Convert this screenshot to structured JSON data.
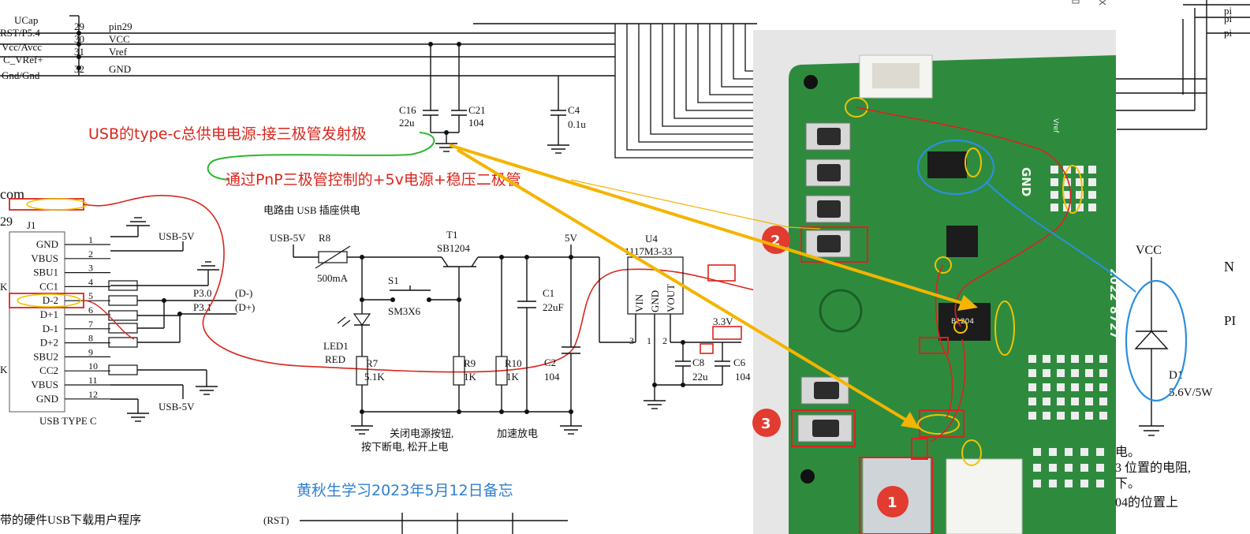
{
  "header_nets": {
    "pins": [
      {
        "left": "UCap",
        "num": "29",
        "net": "pin29"
      },
      {
        "left": "RST/P5.4",
        "num": "30",
        "net": "VCC"
      },
      {
        "left": "Vcc/Avcc",
        "num": "31",
        "net": "Vref"
      },
      {
        "left": "C_VRef+",
        "num": "32",
        "net": "GND"
      },
      {
        "left": "Gnd/Gnd",
        "num": "",
        "net": ""
      }
    ]
  },
  "top_caps": {
    "c16": "C16",
    "c16_val": "22u",
    "c21": "C21",
    "c21_val": "104",
    "c4": "C4",
    "c4_val": "0.1u"
  },
  "annotations": {
    "note1": "USB的type-c总供电电源-接三极管发射极",
    "note2": "通过PnP三极管控制的+5v电源+稳压二极管",
    "footer": "黄秋生学习2023年5月12日备忘",
    "com_text": "com",
    "left_29": "29"
  },
  "usb": {
    "ref": "J1",
    "name": "USB TYPE C",
    "pins": [
      {
        "label": "GND",
        "num": "1"
      },
      {
        "label": "VBUS",
        "num": "2"
      },
      {
        "label": "SBU1",
        "num": "3"
      },
      {
        "label": "CC1",
        "num": "4"
      },
      {
        "label": "D-2",
        "num": "5"
      },
      {
        "label": "D+1",
        "num": "6"
      },
      {
        "label": "D-1",
        "num": "7"
      },
      {
        "label": "D+2",
        "num": "8"
      },
      {
        "label": "SBU2",
        "num": "9"
      },
      {
        "label": "CC2",
        "num": "10"
      },
      {
        "label": "VBUS",
        "num": "11"
      },
      {
        "label": "GND",
        "num": "12"
      }
    ],
    "usb5v_top": "USB-5V",
    "usb5v_bottom": "USB-5V",
    "p30": "P3.0",
    "p31": "P3.1",
    "dminus": "(D-)",
    "dplus": "(D+)",
    "k1": "K",
    "k2": "K"
  },
  "power": {
    "title": "电路由 USB 插座供电",
    "usb5v": "USB-5V",
    "r8": "R8",
    "r8_val": "500mA",
    "t1": "T1",
    "t1_val": "SB1204",
    "s1": "S1",
    "s1_val": "SM3X6",
    "led1": "LED1",
    "led1_val": "RED",
    "r7": "R7",
    "r7_val": "5.1K",
    "r9": "R9",
    "r9_val": "1K",
    "r10": "R10",
    "r10_val": "1K",
    "c1": "C1",
    "c1_val": "22uF",
    "c2": "C2",
    "c2_val": "104",
    "v5": "5V",
    "u4": "U4",
    "u4_val": "1117M3-33",
    "vin": "VIN",
    "gnd": "GND",
    "vout": "VOUT",
    "pin3": "3",
    "pin1": "1",
    "pin2": "2",
    "v33": "3.3V",
    "c8": "C8",
    "c8_val": "22u",
    "c6": "C6",
    "c6_val": "104",
    "btn_note1": "关闭电源按钮,",
    "btn_note2": "按下断电, 松开上电",
    "discharge": "加速放电"
  },
  "right_side": {
    "vcc": "VCC",
    "d1": "D1",
    "d1_val": "5.6V/5W",
    "n": "N",
    "p": "PI",
    "pins": [
      "pi",
      "pi",
      "pi"
    ],
    "text_lines": [
      "电。",
      "3 位置的电阻,",
      "下。",
      "04的位置上"
    ]
  },
  "pcb": {
    "year": "2022",
    "code": "8727",
    "gnd": "GND",
    "vref": "Vref",
    "badges": [
      "1",
      "2",
      "3"
    ],
    "chip": "B1204"
  },
  "bottom": {
    "left_text": "带的硬件USB下载用户程序",
    "rst": "(RST)"
  },
  "colors": {
    "annotation_red": "#d8261c",
    "footer_blue": "#2f7fd0",
    "pcb_green": "#2e8b3e",
    "arrow_yellow": "#f4b400",
    "circle_blue": "#2b8fe0",
    "green_curve": "#2db52d"
  }
}
